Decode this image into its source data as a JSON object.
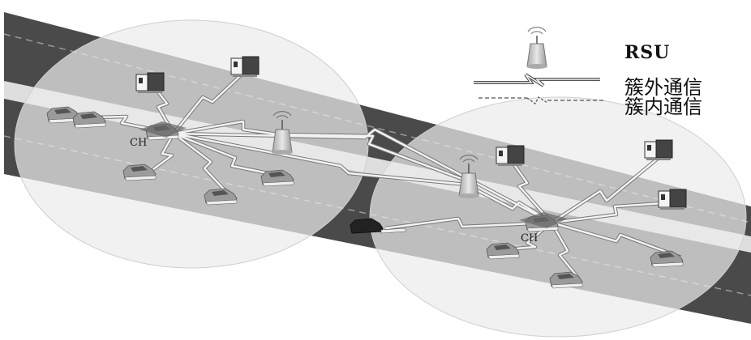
{
  "legend": {
    "rsu": "RSU",
    "inter_cluster": "簇外通信",
    "intra_cluster": "簇内通信"
  },
  "scene": {
    "ch_label": "CH",
    "colors": {
      "road": "#4a4a4a",
      "lane_light": "#d9d9d9",
      "cluster_fill": "#e6e6e6",
      "tower": "#bdbdbd"
    }
  }
}
